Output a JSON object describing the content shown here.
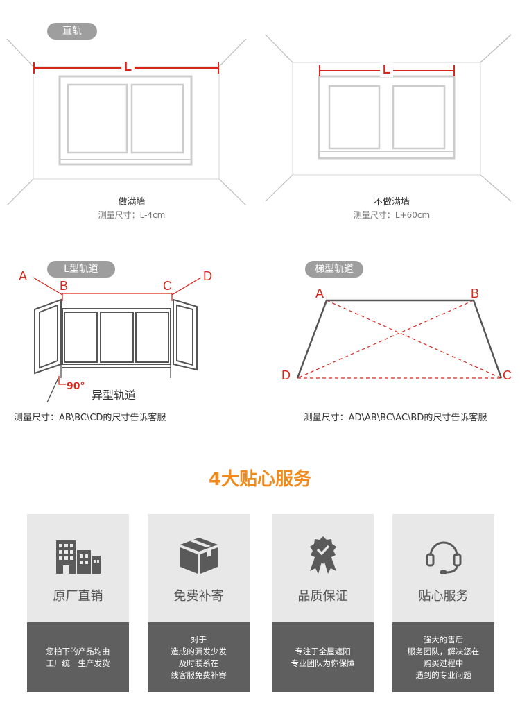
{
  "sections": {
    "straight": {
      "pill": "直轨",
      "dim_label": "L"
    },
    "full_wall": {
      "title": "做满墙",
      "measure": "测量尺寸：L-4cm"
    },
    "not_full_wall": {
      "title": "不做满墙",
      "measure": "测量尺寸：L+60cm",
      "dim_label": "L"
    },
    "l_track": {
      "pill": "L型轨道",
      "points": [
        "A",
        "B",
        "C",
        "D"
      ],
      "angle": "90°",
      "name": "异型轨道",
      "measure": "测量尺寸：AB\\BC\\CD的尺寸告诉客服"
    },
    "trapezoid": {
      "pill": "梯型轨道",
      "points": [
        "A",
        "B",
        "C",
        "D"
      ],
      "measure": "测量尺寸：AD\\AB\\BC\\AC\\BD的尺寸告诉客服"
    }
  },
  "services": {
    "title": "4大贴心服务",
    "cards": [
      {
        "icon": "factory-icon",
        "label": "原厂直销",
        "desc": "您拍下的产品均由\n工厂统一生产发货"
      },
      {
        "icon": "box-icon",
        "label": "免费补寄",
        "desc": "对于\n造成的漏发少发\n及时联系在\n线客服免费补寄"
      },
      {
        "icon": "award-badge-icon",
        "label": "品质保证",
        "desc": "专注于全屋遮阳\n专业团队为你保障"
      },
      {
        "icon": "headset-icon",
        "label": "贴心服务",
        "desc": "强大的售后\n服务团队，解决您在\n购买过程中\n遇到的专业问题"
      }
    ]
  },
  "colors": {
    "accent": "#f08a1c",
    "measure_red": "#d9261c",
    "card_dark": "#5f5f5f",
    "card_light": "#e8e8e8"
  }
}
